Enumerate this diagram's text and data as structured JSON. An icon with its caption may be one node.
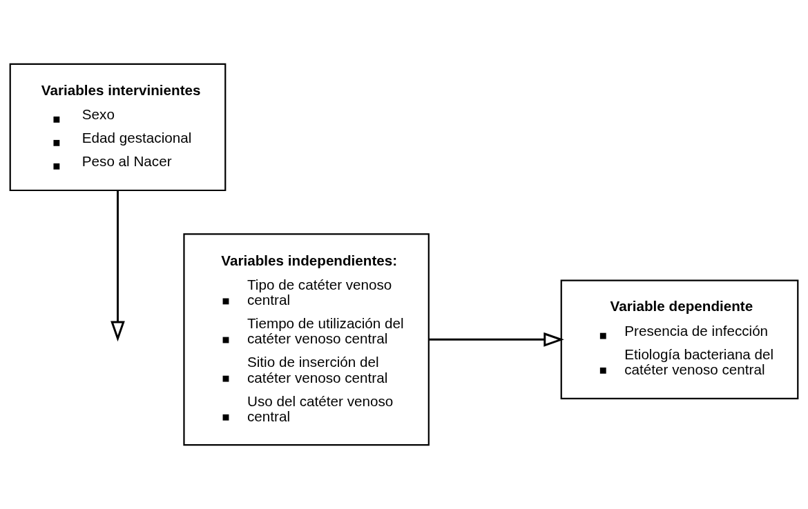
{
  "diagram": {
    "nodes": [
      {
        "text": [
          "Variables intervinientes",
          "Sexo",
          "Edad gestacional",
          "Peso al Nacer"
        ]
      },
      {
        "text": [
          "Variables independientes:",
          "Tipo de catéter venoso central",
          "Tiempo de utilización del catéter venoso central",
          "Sitio de inserción del catéter venoso central",
          "Uso del catéter venoso central"
        ]
      },
      {
        "text": [
          "Variable dependiente",
          "Presencia de infección",
          "Etiología bacteriana del catéter venoso central"
        ]
      }
    ],
    "edges": [
      {
        "from": 0,
        "to": null,
        "arrow": "to"
      },
      {
        "from": 1,
        "to": 2,
        "arrow": "to"
      }
    ]
  }
}
